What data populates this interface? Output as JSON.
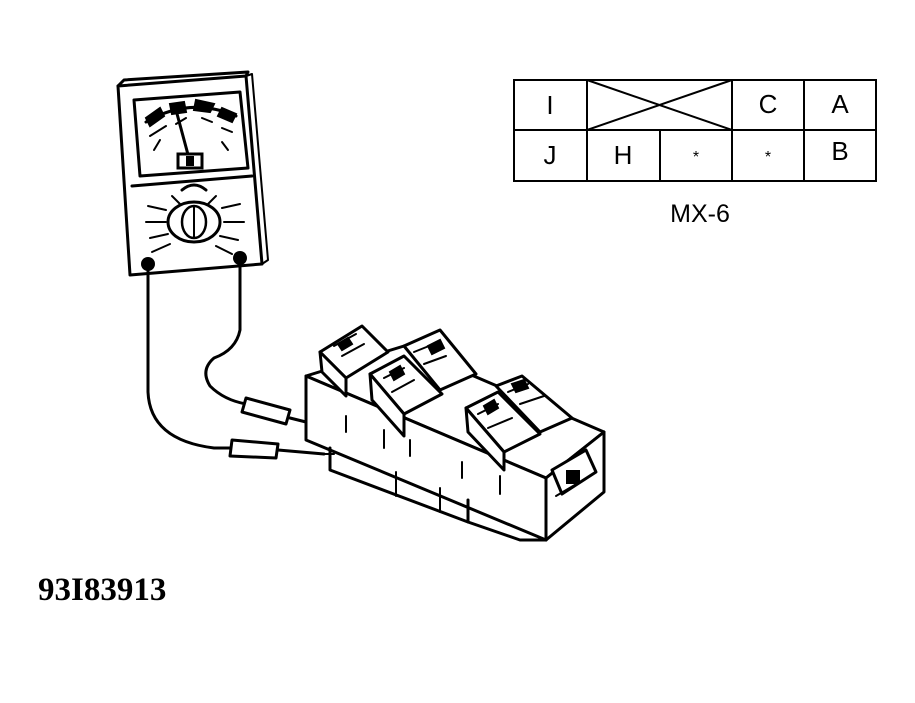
{
  "connector": {
    "caption": "MX-6",
    "top_row": [
      {
        "id": "I",
        "label": "I"
      },
      {
        "id": "blank",
        "label": ""
      },
      {
        "id": "C",
        "label": "C"
      },
      {
        "id": "A",
        "label": "A"
      }
    ],
    "bottom_row": [
      {
        "id": "J",
        "label": "J"
      },
      {
        "id": "H",
        "label": "H"
      },
      {
        "id": "star1",
        "label": "*"
      },
      {
        "id": "star2",
        "label": "*"
      },
      {
        "id": "B",
        "label": "B"
      }
    ]
  },
  "figure_id": "93I83913",
  "icons": [
    "ohmmeter-icon",
    "window-switch-icon"
  ]
}
